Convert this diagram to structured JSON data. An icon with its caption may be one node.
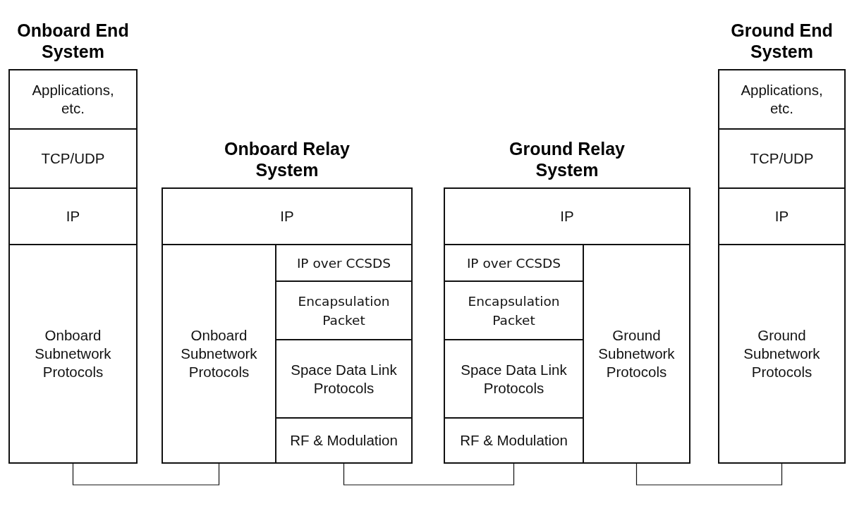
{
  "diagram": {
    "nodes": [
      {
        "text": [
          "Onboard End System"
        ]
      },
      {
        "text": [
          "Applications, etc."
        ],
        "in": 0
      },
      {
        "text": [
          "TCP/UDP"
        ],
        "in": 0
      },
      {
        "text": [
          "IP"
        ],
        "in": 0
      },
      {
        "text": [
          "Onboard Subnetwork Protocols"
        ],
        "in": 0
      },
      {
        "text": [
          "Onboard Relay System"
        ]
      },
      {
        "text": [
          "IP"
        ],
        "in": 5
      },
      {
        "text": [
          "Onboard Subnetwork Protocols"
        ],
        "in": 5
      },
      {
        "text": [
          "IP over CCSDS"
        ],
        "in": 5
      },
      {
        "text": [
          "Encapsulation Packet"
        ],
        "in": 5
      },
      {
        "text": [
          "Space Data Link Protocols"
        ],
        "in": 5
      },
      {
        "text": [
          "RF & Modulation"
        ],
        "in": 5
      },
      {
        "text": [
          "Ground Relay System"
        ]
      },
      {
        "text": [
          "IP"
        ],
        "in": 12
      },
      {
        "text": [
          "IP over CCSDS"
        ],
        "in": 12
      },
      {
        "text": [
          "Encapsulation Packet"
        ],
        "in": 12
      },
      {
        "text": [
          "Space Data Link Protocols"
        ],
        "in": 12
      },
      {
        "text": [
          "RF & Modulation"
        ],
        "in": 12
      },
      {
        "text": [
          "Ground Subnetwork Protocols"
        ],
        "in": 12
      },
      {
        "text": [
          "Ground End System"
        ]
      },
      {
        "text": [
          "Applications, etc."
        ],
        "in": 19
      },
      {
        "text": [
          "TCP/UDP"
        ],
        "in": 19
      },
      {
        "text": [
          "IP"
        ],
        "in": 19
      },
      {
        "text": [
          "Ground Subnetwork Protocols"
        ],
        "in": 19
      }
    ],
    "edges": [
      {
        "from": 4,
        "to": 7,
        "arrow": "none"
      },
      {
        "from": 11,
        "to": 17,
        "arrow": "none"
      },
      {
        "from": 18,
        "to": 23,
        "arrow": "none"
      }
    ]
  }
}
